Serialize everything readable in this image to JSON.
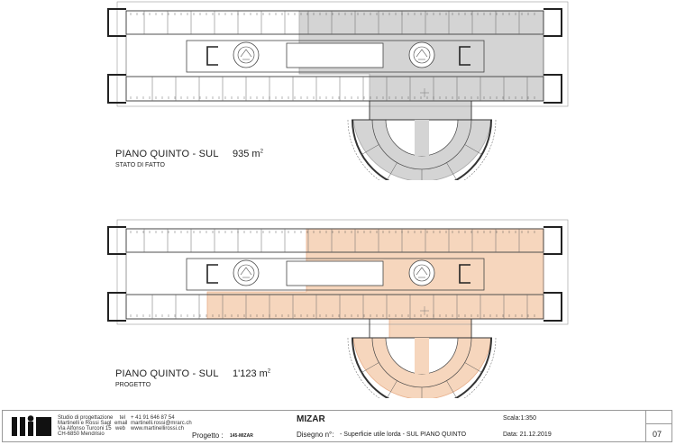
{
  "colors": {
    "existing_fill": "#d4d4d4",
    "project_fill": "#f6d6bd",
    "project_stroke": "#e8b08c"
  },
  "plans": [
    {
      "title": "PIANO QUINTO - SUL",
      "area": "935 m",
      "area_unit_exp": "2",
      "subtitle": "STATO DI FATTO"
    },
    {
      "title": "PIANO QUINTO - SUL",
      "area": "1'123 m",
      "area_unit_exp": "2",
      "subtitle": "PROGETTO"
    }
  ],
  "title_block": {
    "office": [
      "Studio di progettazione",
      "Martinelli e Rossi Sagl",
      "Via Alfonso Turconi 15",
      "CH-6850 Mendrisio"
    ],
    "contact_labels": [
      "tel",
      "email",
      "web"
    ],
    "contact_values": [
      "+ 41 91 646 87 54",
      "martinelli.rossi@mrarc.ch",
      "www.martinellirossi.ch"
    ],
    "project_label": "Progetto :",
    "project_code": "145-MIZAR",
    "project_name": "MIZAR",
    "drawing_label": "Disegno n°:",
    "drawing_title": "- Superficie utile lorda - SUL  PIANO QUINTO",
    "scale": "Scala:1:350",
    "date": "Data: 21.12.2019",
    "sheet_number": "07"
  }
}
